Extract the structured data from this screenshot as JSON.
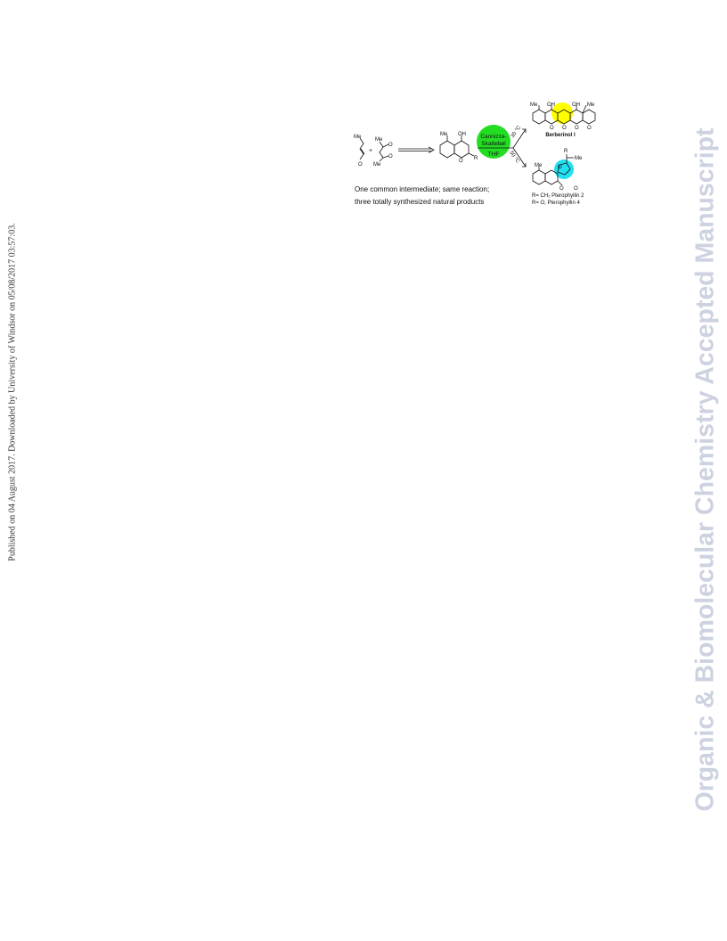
{
  "stamp": {
    "published_line": "Published on 04 August 2017. Downloaded by University of Windsor on 05/08/2017 03:57:03."
  },
  "watermark": {
    "journal": "Organic & Biomolecular Chemistry Accepted Manuscript"
  },
  "graphical_abstract": {
    "caption_line1": "One common intermediate; same reaction;",
    "caption_line2": "three totally synthesized natural products",
    "reagent_top": "Cannizza-",
    "reagent_mid": "Skattebøl",
    "reagent_bottom": "THF",
    "temp_upper": "30 °C",
    "temp_lower": "50 °C",
    "product1_name": "Berberinol I",
    "product2_line1": "R= CH₂ Pterophyllin 2",
    "product2_line2": "R= O, Pterophyllin 4",
    "labels": {
      "me": "Me",
      "oh": "OH",
      "o": "O",
      "r": "R",
      "plus": "+"
    },
    "colors": {
      "reagent_circle": "#22dd22",
      "highlight_yellow": "#ffff00",
      "highlight_cyan": "#22e0f0",
      "watermark": "#cdd2e0"
    }
  }
}
